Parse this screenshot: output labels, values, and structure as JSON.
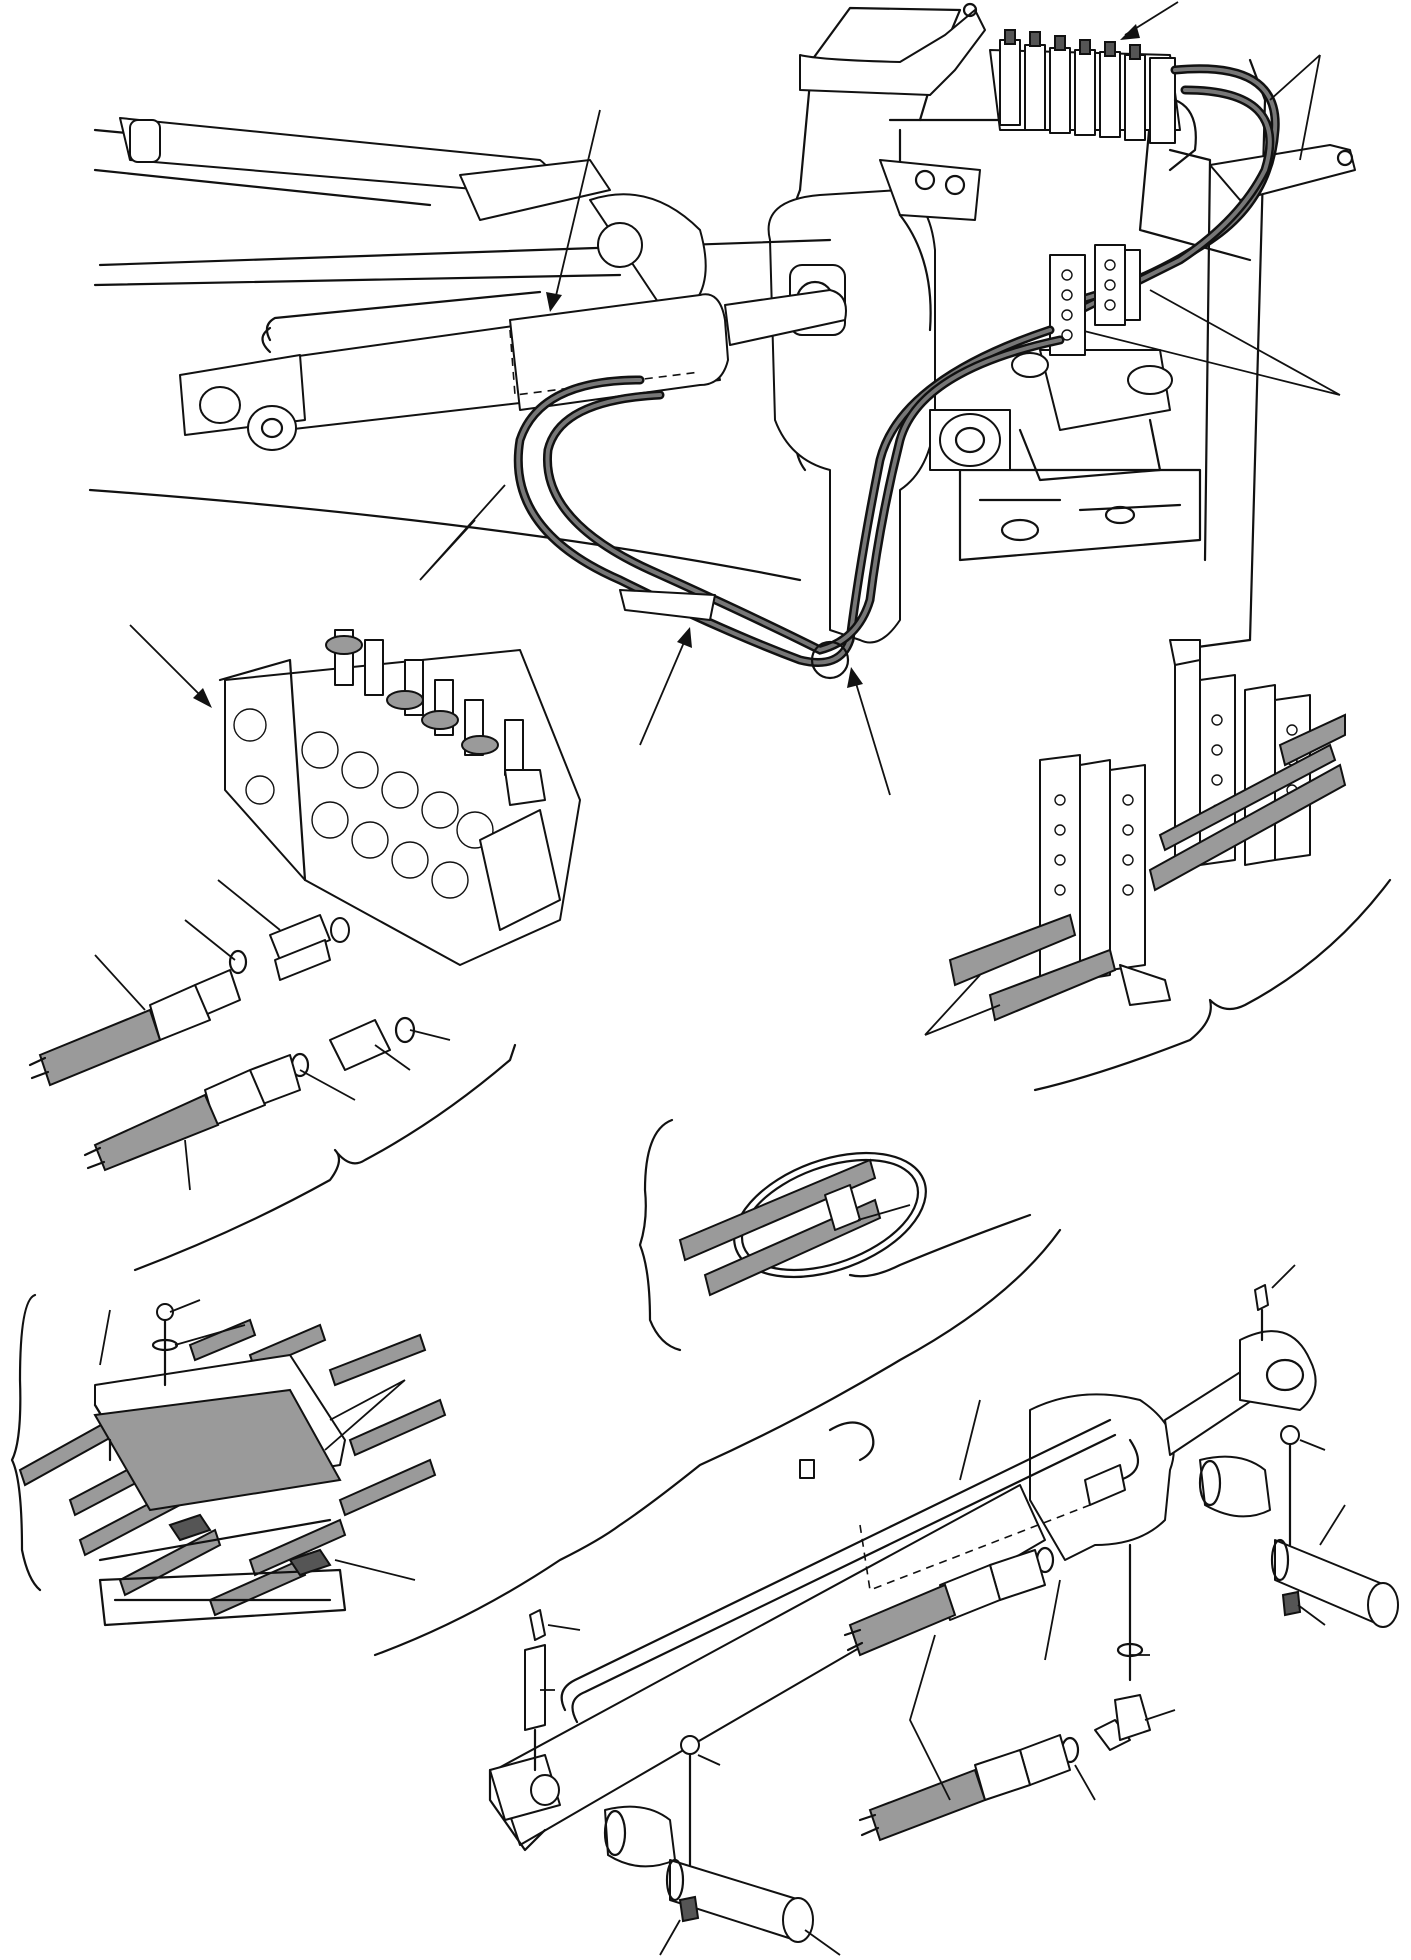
{
  "diagram": {
    "subject": "hydraulic-arm-cylinder-piping-exploded-view",
    "parts": [
      {
        "name": "control-valve-top",
        "icon": "valve-block-icon"
      },
      {
        "name": "arm-cylinder-top",
        "icon": "hydraulic-cylinder-icon"
      },
      {
        "name": "hose-pair-top",
        "icon": "hose-icon"
      },
      {
        "name": "hose-clamp-top",
        "icon": "clamp-icon"
      },
      {
        "name": "control-valve-detail",
        "icon": "valve-block-icon"
      },
      {
        "name": "hose-fittings-left",
        "icon": "fitting-icon"
      },
      {
        "name": "hose-support-bracket-detail",
        "icon": "bracket-icon"
      },
      {
        "name": "hose-band-detail",
        "icon": "band-clamp-icon"
      },
      {
        "name": "hose-clamp-plate-detail",
        "icon": "clamp-plate-icon"
      },
      {
        "name": "arm-cylinder-detail",
        "icon": "hydraulic-cylinder-icon"
      },
      {
        "name": "pins-and-bolts",
        "icon": "pin-icon"
      }
    ]
  }
}
